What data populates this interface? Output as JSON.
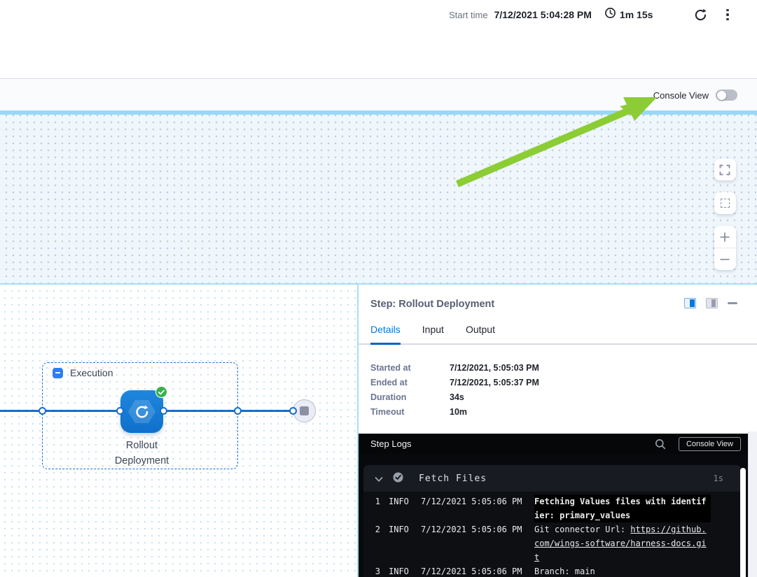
{
  "top_bar": {
    "start_time_label": "Start time",
    "start_time_value": "7/12/2021 5:04:28 PM",
    "elapsed_time": "1m 15s"
  },
  "toolbar": {
    "console_view_label": "Console View"
  },
  "canvas": {
    "execution_label": "Execution",
    "node_label": "Rollout Deployment"
  },
  "panel": {
    "title": "Step: Rollout Deployment",
    "tabs": [
      "Details",
      "Input",
      "Output"
    ],
    "details": [
      {
        "label": "Started at",
        "value": "7/12/2021, 5:05:03 PM"
      },
      {
        "label": "Ended at",
        "value": "7/12/2021, 5:05:37 PM"
      },
      {
        "label": "Duration",
        "value": "34s"
      },
      {
        "label": "Timeout",
        "value": "10m"
      }
    ]
  },
  "logs": {
    "title": "Step Logs",
    "console_view_button": "Console View",
    "section": {
      "name": "Fetch Files",
      "duration": "1s"
    },
    "entries": [
      {
        "num": "1",
        "level": "INFO",
        "time": "7/12/2021 5:05:06 PM",
        "message": "Fetching Values files with identifier: primary_values"
      },
      {
        "num": "2",
        "level": "INFO",
        "time": "7/12/2021 5:05:06 PM",
        "message_prefix": "Git connector Url: ",
        "link": "https://github.com/wings-software/harness-docs.git"
      },
      {
        "num": "3",
        "level": "INFO",
        "time": "7/12/2021 5:05:06 PM",
        "message": "Branch: main"
      }
    ]
  },
  "colors": {
    "accent_blue": "#0278d5",
    "pipeline_blue": "#1a6cc4",
    "success_green": "#35b24b",
    "annotation_arrow_green": "#8ccd35",
    "canvas_divider_cyan": "#97d9f7"
  }
}
